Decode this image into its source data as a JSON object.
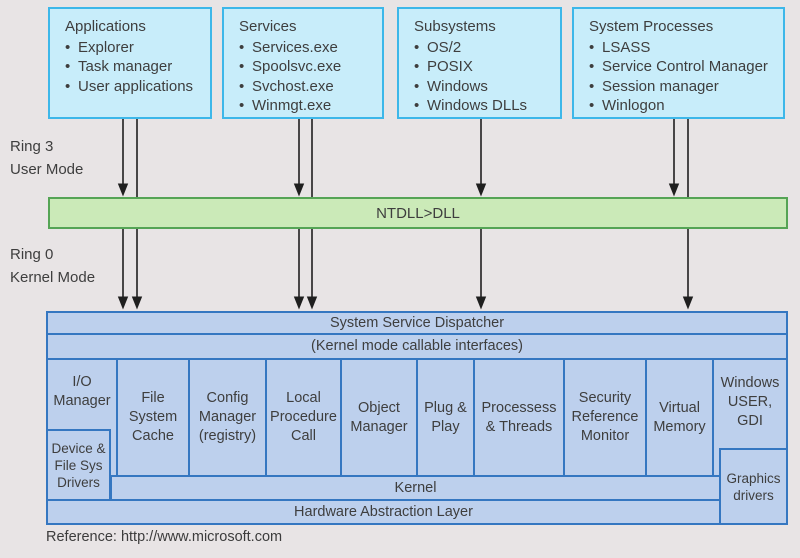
{
  "colors": {
    "background": "#e8e4e5",
    "user_box_fill": "#c8edfa",
    "user_box_border": "#3db7e9",
    "ntdll_fill": "#cbeab8",
    "ntdll_border": "#55a455",
    "kernel_fill": "#bdd0ed",
    "kernel_border": "#3577c1",
    "text": "#3e3e3e",
    "arrow": "#1f1f1f"
  },
  "bullet_char": "•",
  "user_boxes": [
    {
      "title": "Applications",
      "items": [
        "Explorer",
        "Task manager",
        "User applications"
      ]
    },
    {
      "title": "Services",
      "items": [
        "Services.exe",
        "Spoolsvc.exe",
        "Svchost.exe",
        "Winmgt.exe"
      ]
    },
    {
      "title": "Subsystems",
      "items": [
        "OS/2",
        "POSIX",
        "Windows",
        "Windows DLLs"
      ]
    },
    {
      "title": "System Processes",
      "items": [
        "LSASS",
        "Service Control Manager",
        "Session manager",
        "Winlogon"
      ]
    }
  ],
  "labels": {
    "ring3": "Ring 3",
    "user_mode": "User Mode",
    "ring0": "Ring 0",
    "kernel_mode": "Kernel Mode"
  },
  "ntdll_bar": "NTDLL>DLL",
  "kernel_diagram": {
    "dispatcher": "System Service Dispatcher",
    "callable_interfaces": "(Kernel mode callable interfaces)",
    "columns": [
      "I/O\nManager",
      "File\nSystem\nCache",
      "Config\nManager\n(registry)",
      "Local\nProcedure\nCall",
      "Object\nManager",
      "Plug &\nPlay",
      "Processess\n& Threads",
      "Security\nReference\nMonitor",
      "Virtual\nMemory",
      "Windows\nUSER,\nGDI"
    ],
    "device_drivers": "Device &\nFile Sys\nDrivers",
    "kernel": "Kernel",
    "hal": "Hardware Abstraction Layer",
    "graphics_drivers": "Graphics\ndrivers"
  },
  "reference": "Reference: http://www.microsoft.com"
}
